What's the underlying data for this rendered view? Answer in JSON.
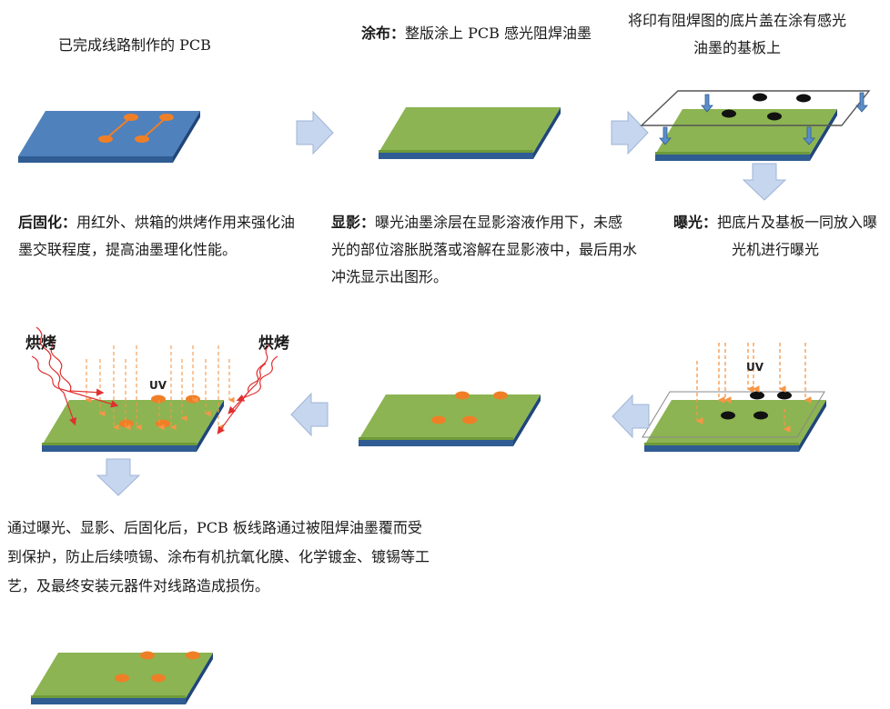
{
  "steps": {
    "step1": {
      "caption": "已完成线路制作的 PCB"
    },
    "step2": {
      "title": "涂布：",
      "body": "整版涂上 PCB 感光阻焊油墨"
    },
    "step3": {
      "caption": "将印有阻焊图的底片盖在涂有感光油墨的基板上"
    },
    "step4": {
      "title": "曝光：",
      "body": "把底片及基板一同放入曝光机进行曝光"
    },
    "step5": {
      "title": "显影：",
      "body": "曝光油墨涂层在显影溶液作用下，未感光的部位溶胀脱落或溶解在显影液中，最后用水冲洗显示出图形。"
    },
    "step6": {
      "title": "后固化：",
      "body": "用红外、烘箱的烘烤作用来强化油墨交联程度，提高油墨理化性能。"
    },
    "final": {
      "body": "通过曝光、显影、后固化后，PCB 板线路通过被阻焊油墨覆而受到保护，防止后续喷锡、涂布有机抗氧化膜、化学镀金、镀锡等工艺，及最终安装元器件对线路造成损伤。"
    }
  },
  "labels": {
    "bake_left": "烘烤",
    "bake_right": "烘烤",
    "uv_exposure": "UV",
    "uv_curing": "UV"
  },
  "colors": {
    "board_blue": "#4f81bd",
    "solder_mask_green": "#8cb452",
    "pad_orange": "#ef7f27",
    "arrow_fill": "#c5d6ee",
    "uv_arrow": "#f79646",
    "heat_red": "#e03030"
  }
}
